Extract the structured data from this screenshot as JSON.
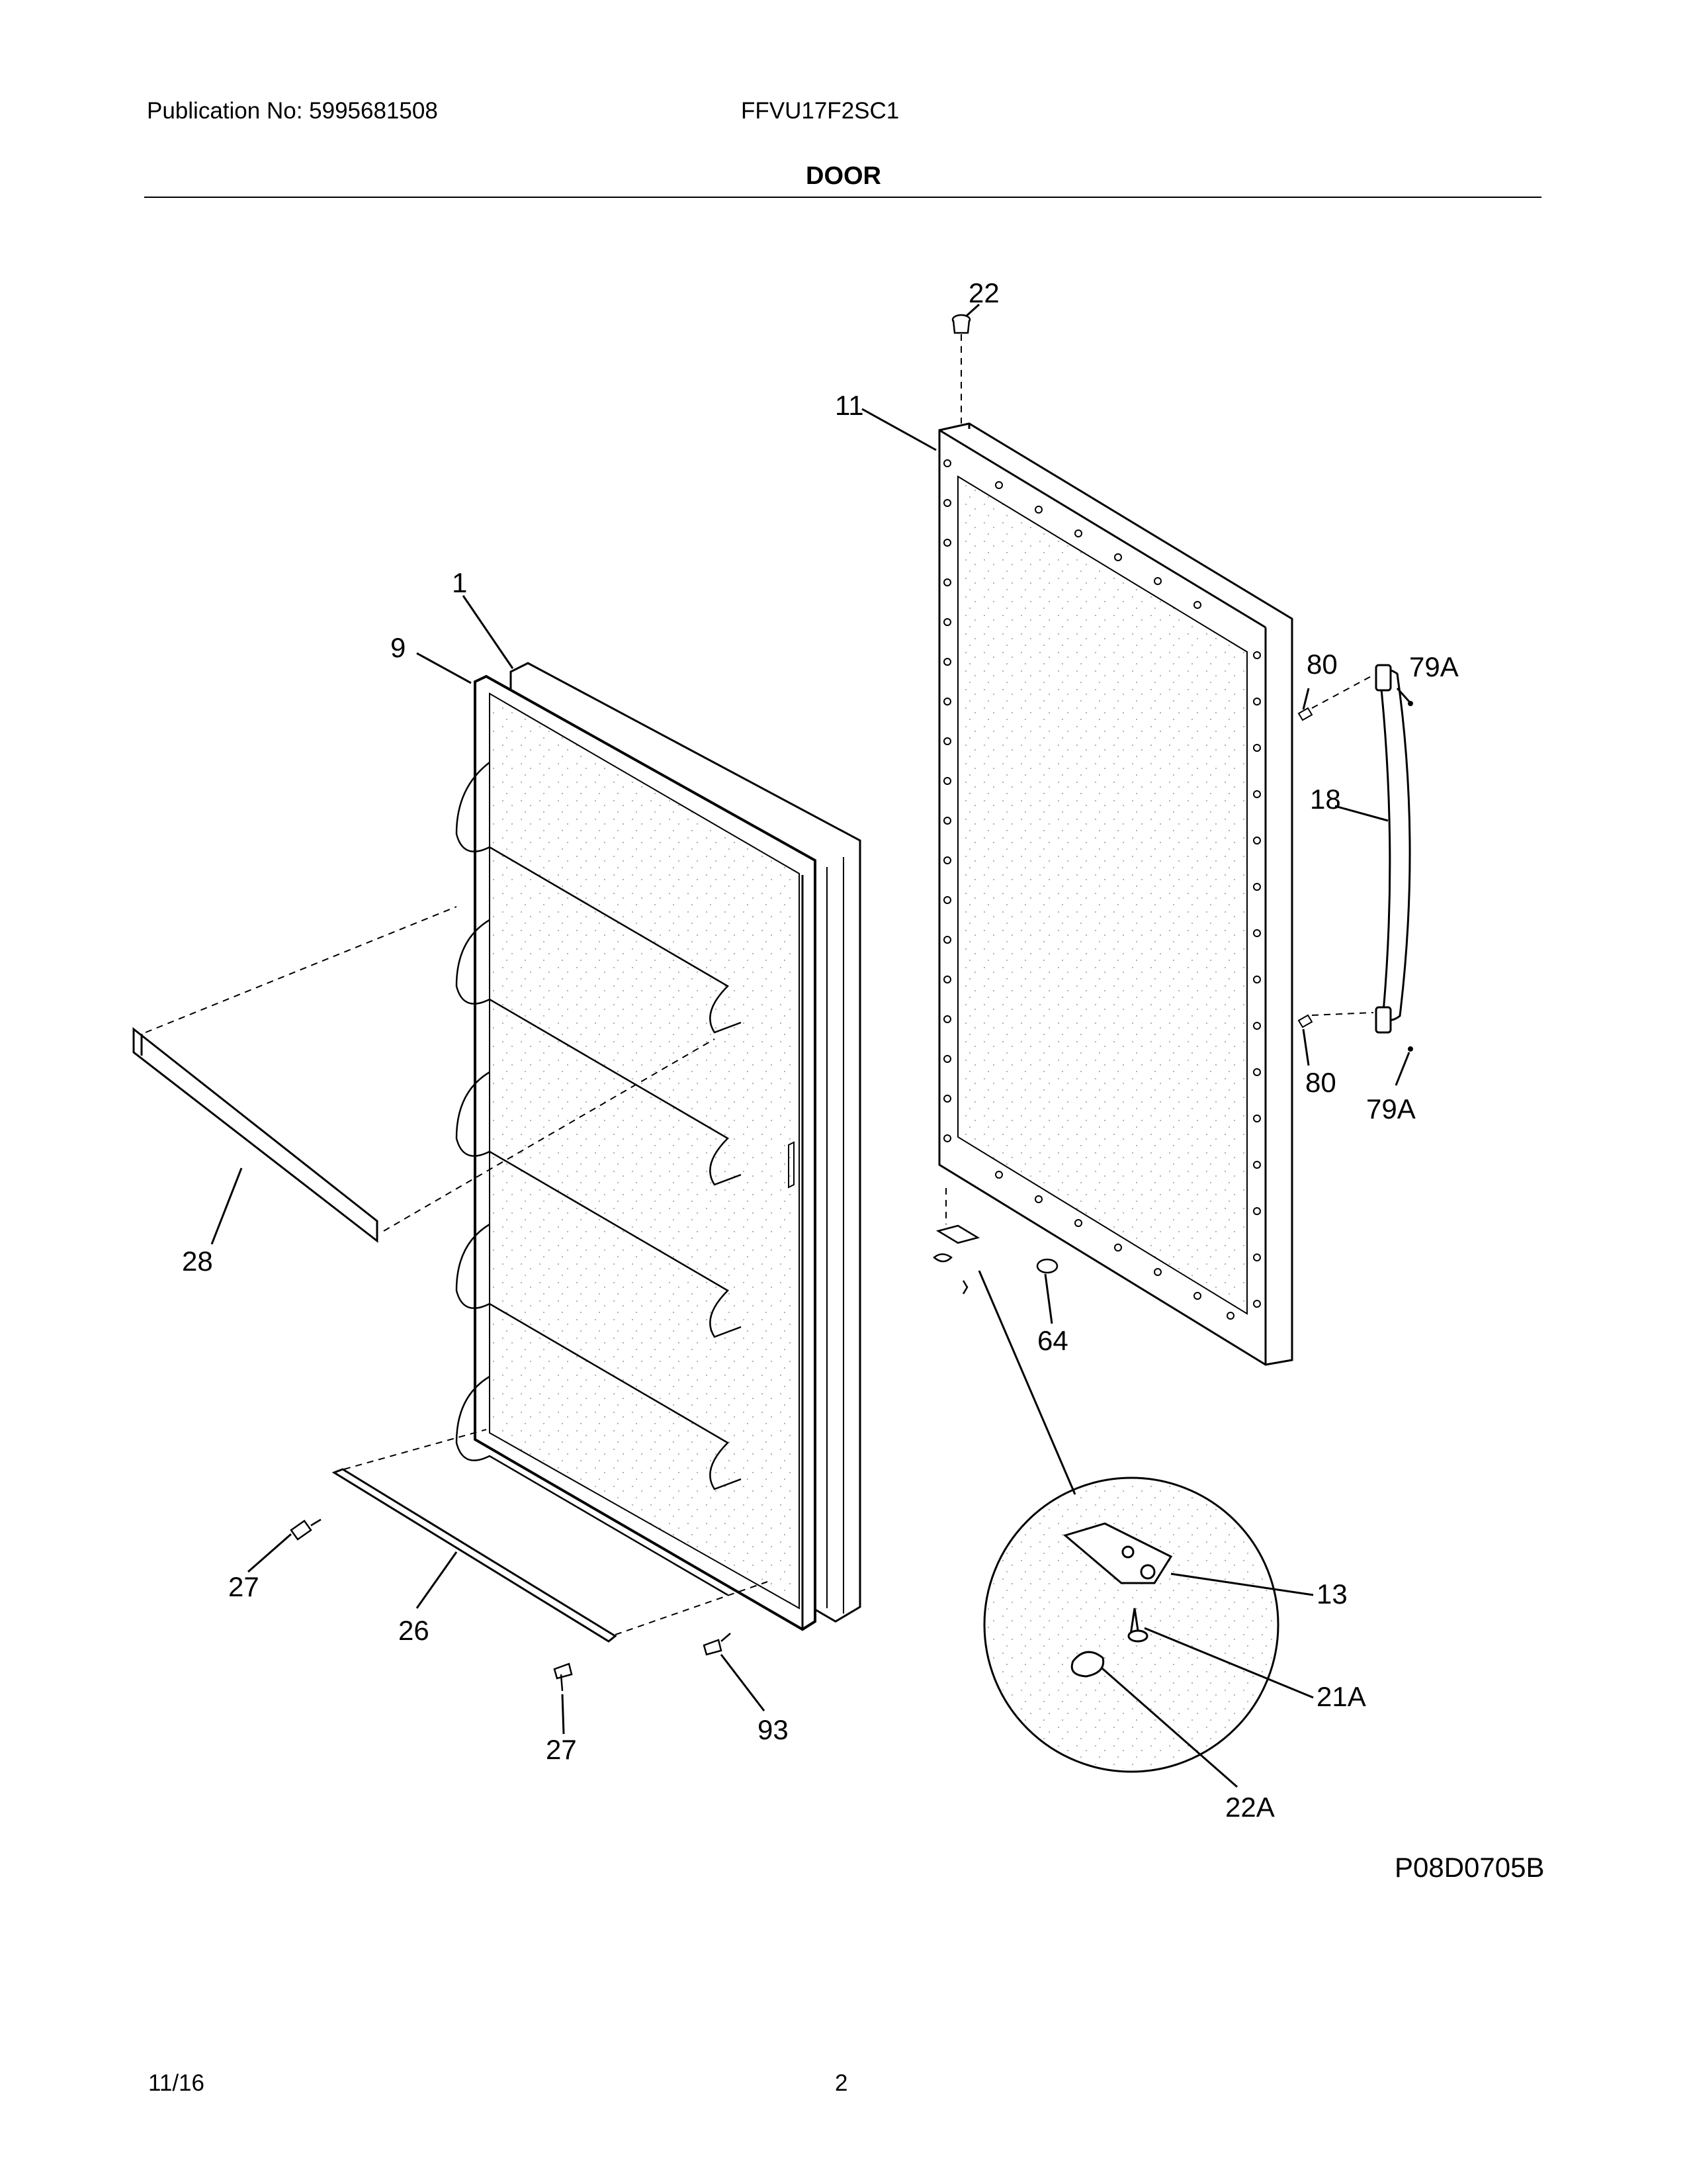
{
  "header": {
    "publication": "Publication No: 5995681508",
    "model": "FFVU17F2SC1",
    "section_title": "DOOR"
  },
  "diagram": {
    "callouts": {
      "c22": "22",
      "c11": "11",
      "c1": "1",
      "c9": "9",
      "c80a": "80",
      "c79a_top": "79A",
      "c18": "18",
      "c80b": "80",
      "c79a_bot": "79A",
      "c28": "28",
      "c64": "64",
      "c27a": "27",
      "c26": "26",
      "c27b": "27",
      "c93": "93",
      "c13": "13",
      "c21a": "21A",
      "c22a": "22A"
    },
    "drawing_code": "P08D0705B"
  },
  "footer": {
    "date": "11/16",
    "page": "2"
  }
}
